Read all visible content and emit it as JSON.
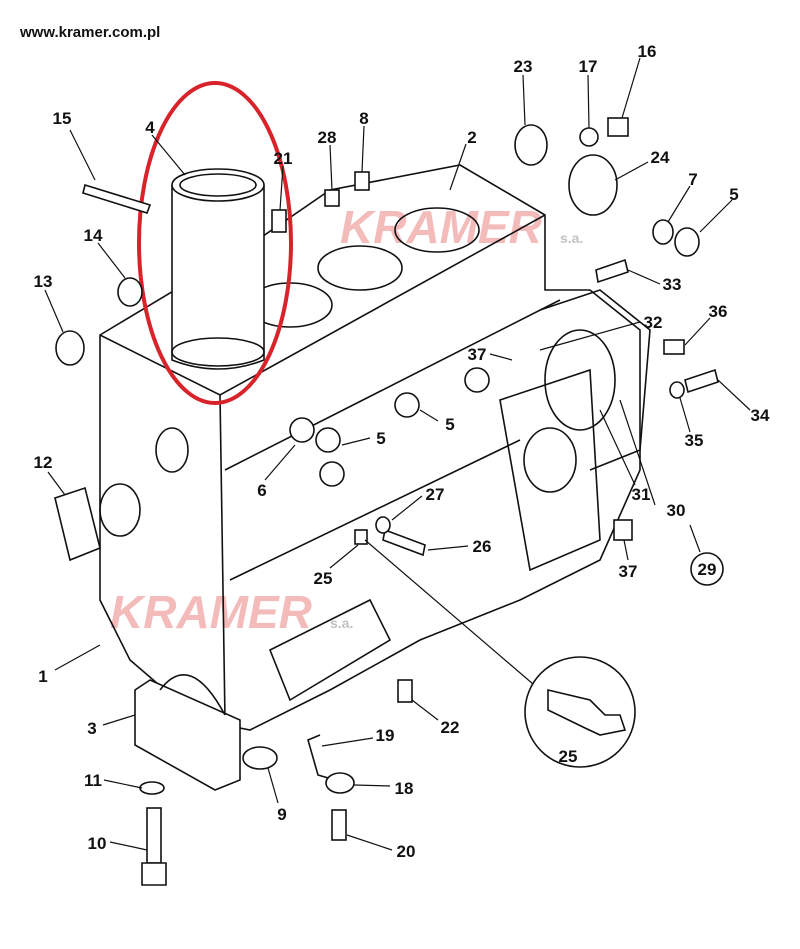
{
  "header": {
    "site_url": "www.kramer.com.pl"
  },
  "watermark": {
    "brand": "KRAMER",
    "suffix": "s.a."
  },
  "highlight": {
    "color": "#d8232a",
    "part": "4"
  },
  "callouts": [
    "15",
    "4",
    "21",
    "28",
    "8",
    "2",
    "23",
    "17",
    "16",
    "24",
    "7",
    "5",
    "14",
    "13",
    "33",
    "32",
    "36",
    "37",
    "5",
    "5",
    "34",
    "35",
    "6",
    "12",
    "27",
    "26",
    "31",
    "30",
    "29",
    "37",
    "25",
    "1",
    "3",
    "22",
    "19",
    "25",
    "11",
    "18",
    "9",
    "10",
    "20"
  ]
}
